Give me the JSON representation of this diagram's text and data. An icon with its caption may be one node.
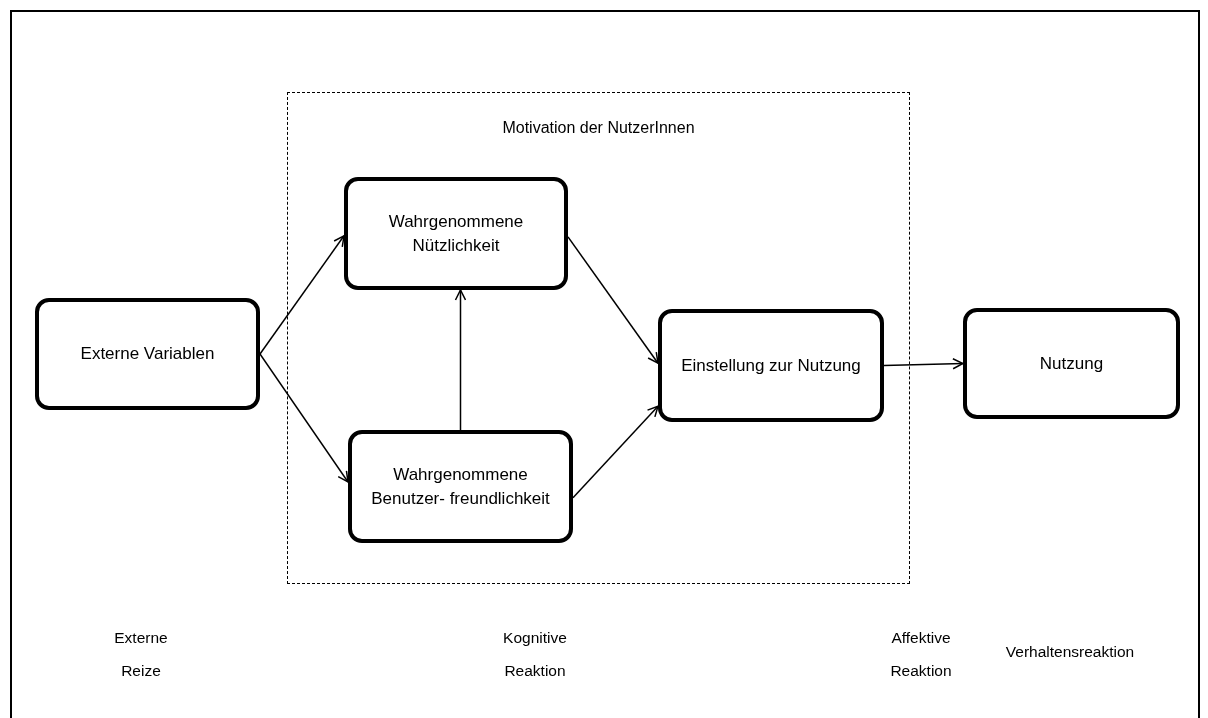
{
  "diagram": {
    "nodes": [
      {
        "text": [
          "Motivation der NutzerInnen"
        ]
      },
      {
        "text": [
          "Externe Variablen"
        ]
      },
      {
        "text": [
          "Wahrgenommene Nützlichkeit"
        ],
        "in": 0
      },
      {
        "text": [
          "Wahrgenommene Benutzer- freundlichkeit"
        ],
        "in": 0
      },
      {
        "text": [
          "Einstellung zur Nutzung"
        ],
        "in": 0
      },
      {
        "text": [
          "Nutzung"
        ]
      }
    ],
    "edges": [
      {
        "from": 1,
        "to": 2,
        "arrow": "to"
      },
      {
        "from": 1,
        "to": 3,
        "arrow": "to"
      },
      {
        "from": 3,
        "to": 2,
        "arrow": "to"
      },
      {
        "from": 2,
        "to": 4,
        "arrow": "to"
      },
      {
        "from": 3,
        "to": 4,
        "arrow": "to"
      },
      {
        "from": 4,
        "to": 5,
        "arrow": "to"
      }
    ],
    "labels": [
      "Externe Reize",
      "Kognitive Reaktion",
      "Affektive Reaktion",
      "Verhaltensreaktion"
    ]
  }
}
